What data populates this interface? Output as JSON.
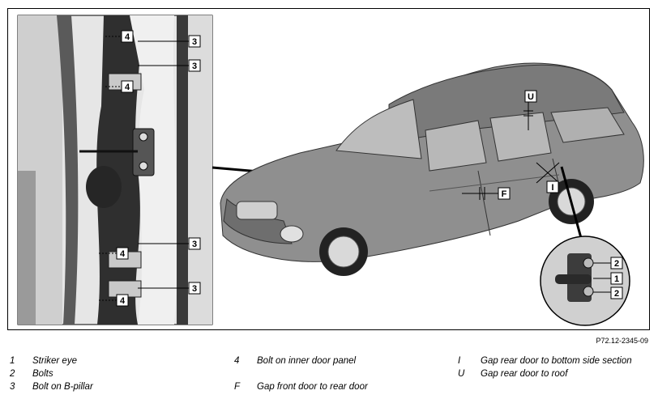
{
  "figure": {
    "code": "P72.12-2345-09",
    "callouts": {
      "striker_eye": "1",
      "bolts": "2",
      "bolt_b_pillar": "3",
      "bolt_inner_door": "4",
      "gap_front_rear": "F",
      "gap_bottom": "I",
      "gap_roof": "U"
    }
  },
  "legend": [
    {
      "key": "1",
      "text": "Striker eye"
    },
    {
      "key": "2",
      "text": "Bolts"
    },
    {
      "key": "3",
      "text": "Bolt on B-pillar"
    },
    {
      "key": "4",
      "text": "Bolt on inner door panel"
    },
    {
      "key": "F",
      "text": "Gap front door to rear door"
    },
    {
      "key": "I",
      "text": "Gap rear door to bottom side section"
    },
    {
      "key": "U",
      "text": "Gap rear door to roof"
    }
  ],
  "colors": {
    "car_body": "#8f8f8f",
    "car_dark": "#4a4a4a",
    "panel_bg": "#d8d8d8",
    "tag_fill": "#ffffff"
  }
}
